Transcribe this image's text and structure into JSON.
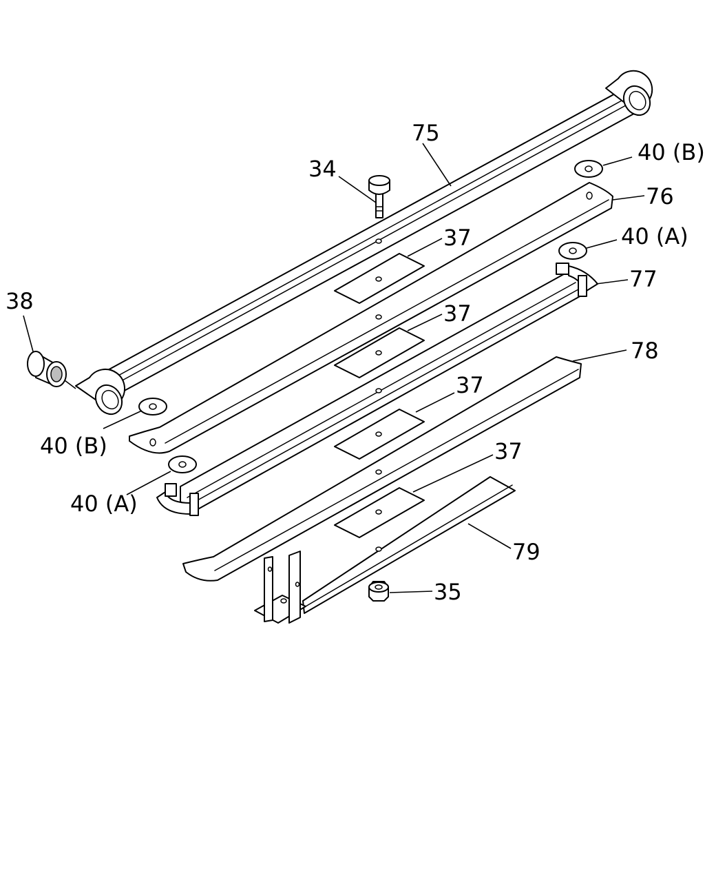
{
  "diagram": {
    "callouts": {
      "c75": "75",
      "c34": "34",
      "c40b_top": "40 (B)",
      "c76": "76",
      "c37_a": "37",
      "c40a_top": "40 (A)",
      "c77": "77",
      "c37_b": "37",
      "c38": "38",
      "c78": "78",
      "c37_c": "37",
      "c40b_left": "40 (B)",
      "c37_d": "37",
      "c40a_left": "40 (A)",
      "c79": "79",
      "c35": "35"
    }
  }
}
